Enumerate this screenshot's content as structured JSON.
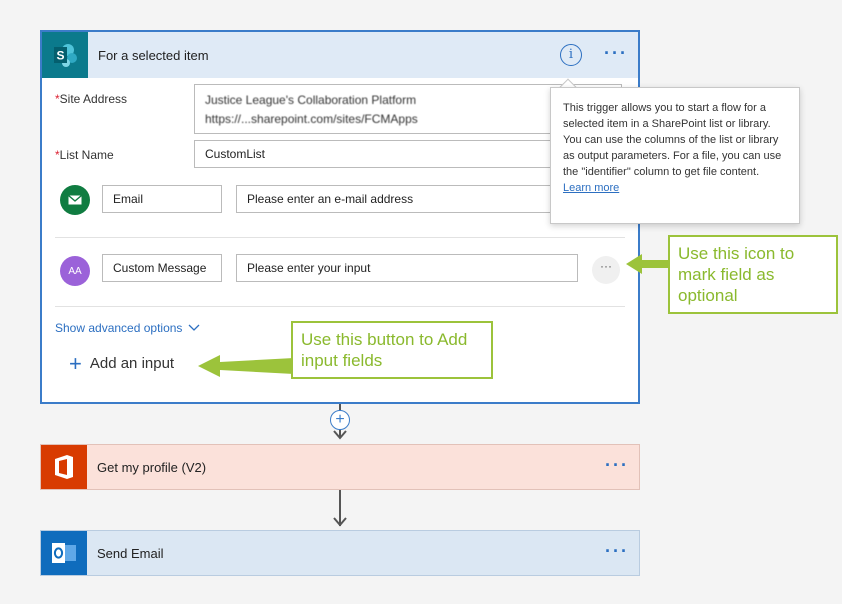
{
  "trigger": {
    "title": "For a selected item",
    "info_symbol": "i",
    "more_symbol": "···",
    "site_address_label": "Site Address",
    "site_address_line1": "Justice League's Collaboration Platform",
    "site_address_line2": "https://...sharepoint.com/sites/FCMApps",
    "list_name_label": "List Name",
    "list_name_value": "CustomList",
    "required_mark": "*",
    "inputs": [
      {
        "avatar_icon": "email-envelope-icon",
        "avatar_color": "#107c41",
        "name": "Email",
        "placeholder": "Please enter an e-mail address"
      },
      {
        "avatar_icon": "text-aa-icon",
        "avatar_color": "#9b62d9",
        "avatar_text": "AA",
        "name": "Custom Message",
        "placeholder": "Please enter your input"
      }
    ],
    "optional_button_symbol": "···",
    "advanced_link": "Show advanced options",
    "add_input_label": "Add an input",
    "add_input_symbol": "+"
  },
  "tooltip": {
    "text": "This trigger allows you to start a flow for a selected item in a SharePoint list or library. You can use the columns of the list or library as output parameters. For a file, you can use the \"identifier\" column to get file content.",
    "link": "Learn more"
  },
  "callouts": {
    "optional": "Use this icon to mark field as optional",
    "add_input": "Use this button to Add input fields"
  },
  "steps": [
    {
      "title": "Get my profile (V2)",
      "icon": "office-icon",
      "color": "#d83b01",
      "more_symbol": "···"
    },
    {
      "title": "Send Email",
      "icon": "outlook-icon",
      "color": "#0f6cbd",
      "more_symbol": "···"
    }
  ],
  "colors": {
    "accent": "#2c6fc1",
    "callout": "#9cc33b",
    "sharepoint": "#0b7a8c"
  }
}
